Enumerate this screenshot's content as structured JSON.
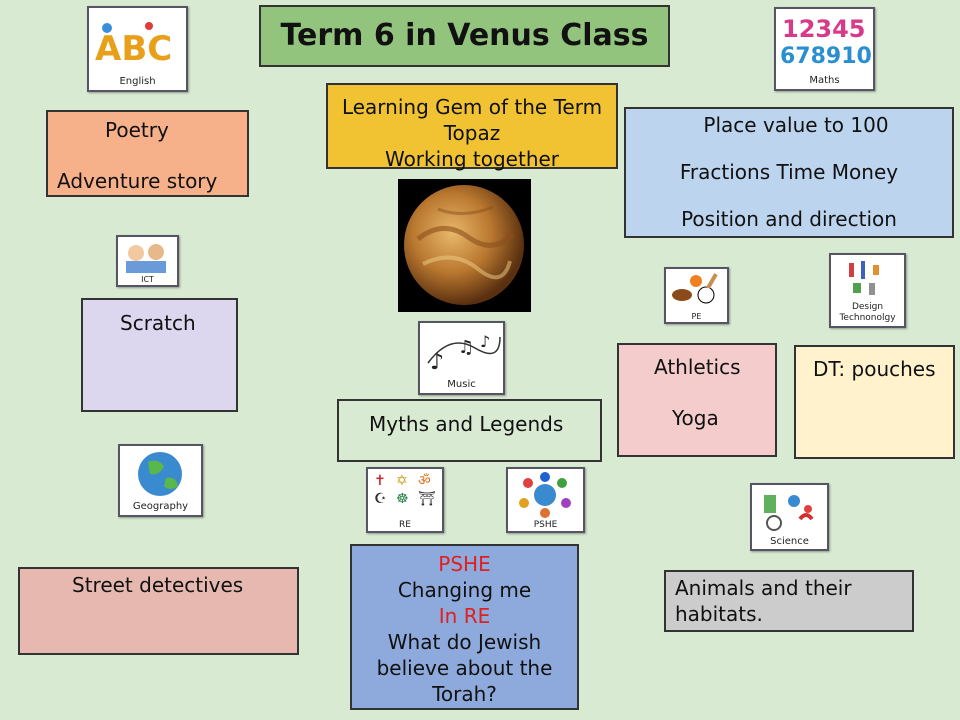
{
  "title": "Term 6 in Venus Class",
  "gem": {
    "l1": "Learning Gem of the Term",
    "l2": "Topaz",
    "l3": "Working together"
  },
  "english": {
    "l1": "Poetry",
    "l2": "Adventure story"
  },
  "maths": {
    "l1": "Place value to  100",
    "l2": "Fractions  Time  Money",
    "l3": "Position and direction"
  },
  "computing": {
    "text": "Scratch"
  },
  "music": {
    "text": "Myths and Legends"
  },
  "pe": {
    "l1": "Athletics",
    "l2": "Yoga"
  },
  "dt": {
    "text": "DT: pouches"
  },
  "geography": {
    "text": "Street detectives"
  },
  "pshe_re": {
    "l1": "PSHE",
    "l2": "Changing me",
    "l3": "In RE",
    "l4": "What do Jewish",
    "l5": "believe about the",
    "l6": "Torah?"
  },
  "science": {
    "l1": "Animals and their",
    "l2": "habitats."
  },
  "icons": {
    "english": "English",
    "maths": "Maths",
    "ict": "ICT",
    "music": "Music",
    "pe": "PE",
    "dt": "Design Technonolgy",
    "geography": "Geography",
    "re": "RE",
    "pshe": "PSHE",
    "science": "Science",
    "abc": "ABC",
    "digits1": "12345",
    "digits2": "678910"
  },
  "colors": {
    "background": "#d9ead3",
    "title": "#93c47d",
    "gem": "#f1c232",
    "english": "#f6b08a",
    "maths": "#bcd4ee",
    "computing": "#dcd6ee",
    "pe": "#f4cccc",
    "dt": "#fff2cc",
    "geography": "#e6b8b0",
    "pshe_re": "#8eaadc",
    "science": "#cccccc",
    "highlight": "#e02020"
  }
}
